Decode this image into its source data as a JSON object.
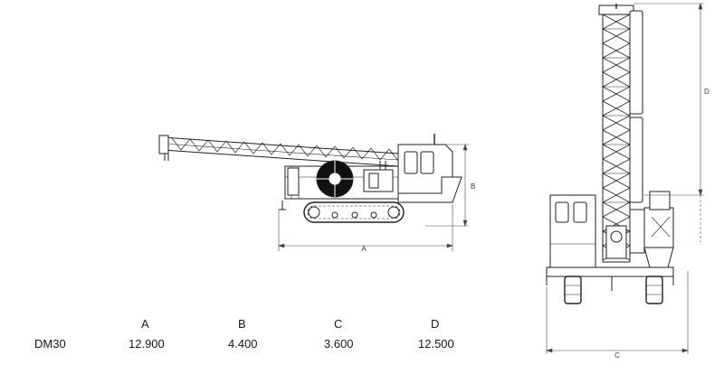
{
  "dimension_labels": {
    "a": "A",
    "b": "B",
    "c": "C",
    "d": "D"
  },
  "table": {
    "headers": [
      "A",
      "B",
      "C",
      "D"
    ],
    "rows": [
      {
        "model": "DM30",
        "values": [
          "12.900",
          "4.400",
          "3.600",
          "12.500"
        ]
      }
    ]
  }
}
